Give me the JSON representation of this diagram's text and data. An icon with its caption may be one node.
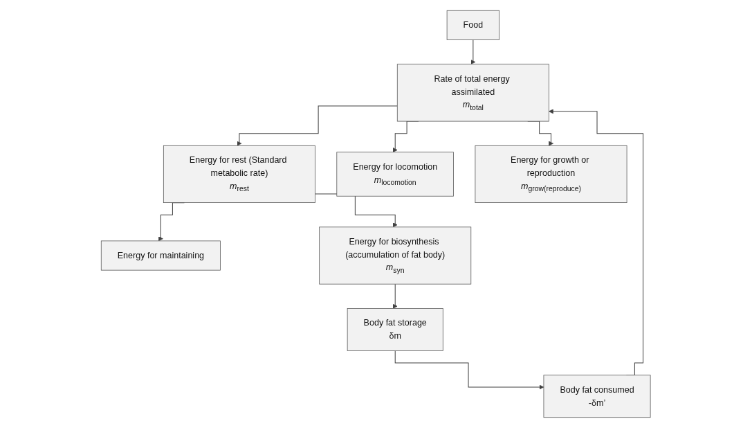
{
  "diagram": {
    "nodes": [
      {
        "text": [
          "Food"
        ]
      },
      {
        "text": [
          "Body fat consumed",
          "-δm’"
        ]
      },
      {
        "text": [
          "Body fat storage",
          "δm"
        ]
      },
      {
        "text": [
          "Rate of total energy assimilated",
          "*m*$_{total}$"
        ]
      },
      {
        "text": [
          "Energy for rest (Standard metabolic rate)",
          "*m*$_{rest}$"
        ]
      },
      {
        "text": [
          "Energy for locomotion",
          "*m*$_{locomotion}$"
        ]
      },
      {
        "text": [
          "Energy for growth or reproduction",
          "*m*$_{grow(reproduce)}$"
        ]
      },
      {
        "text": [
          "Energy for maintaining"
        ]
      },
      {
        "text": [
          "Energy for biosynthesis (accumulation of fat body)",
          "*m*$_{syn}$"
        ]
      }
    ],
    "edges": [
      {
        "from": 0,
        "to": 3,
        "arrow": "to"
      },
      {
        "from": 1,
        "to": 3,
        "arrow": "to"
      },
      {
        "from": 3,
        "to": 4,
        "arrow": "to"
      },
      {
        "from": 3,
        "to": 5,
        "arrow": "to"
      },
      {
        "from": 3,
        "to": 6,
        "arrow": "to"
      },
      {
        "from": 4,
        "to": 7,
        "arrow": "to"
      },
      {
        "from": 4,
        "to": 8,
        "arrow": "to"
      },
      {
        "from": 8,
        "to": 2,
        "arrow": "to"
      },
      {
        "from": 2,
        "to": 1,
        "arrow": "to"
      }
    ]
  }
}
